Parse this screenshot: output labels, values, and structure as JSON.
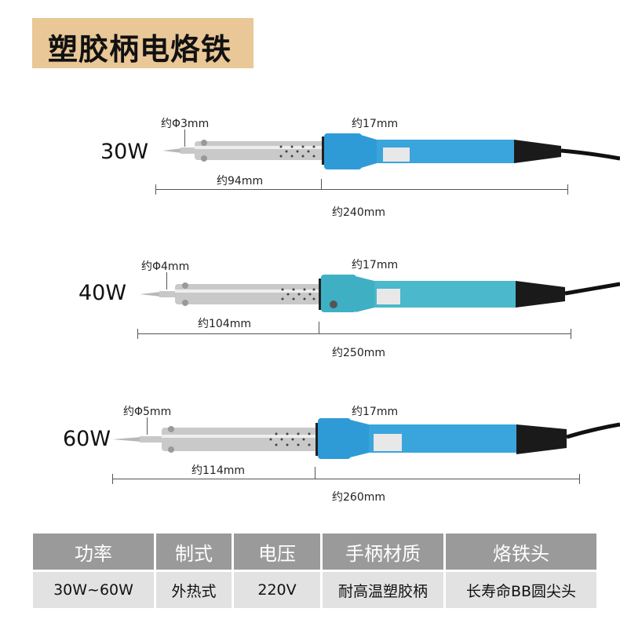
{
  "title": "塑胶柄电烙铁",
  "colors": {
    "title_bg": "#e9c796",
    "handle_blue": "#2e9bd6",
    "handle_teal": "#3fb0c4",
    "header_gray": "#9a9a9a",
    "cell_gray": "#e2e2e2"
  },
  "irons": [
    {
      "power": "30W",
      "tip_diameter": "约Φ3mm",
      "handle_diameter": "约17mm",
      "barrel_length": "约94mm",
      "total_length": "约240mm"
    },
    {
      "power": "40W",
      "tip_diameter": "约Φ4mm",
      "handle_diameter": "约17mm",
      "barrel_length": "约104mm",
      "total_length": "约250mm"
    },
    {
      "power": "60W",
      "tip_diameter": "约Φ5mm",
      "handle_diameter": "约17mm",
      "barrel_length": "约114mm",
      "total_length": "约260mm"
    }
  ],
  "spec_table": {
    "headers": [
      "功率",
      "制式",
      "电压",
      "手柄材质",
      "烙铁头"
    ],
    "values": [
      "30W~60W",
      "外热式",
      "220V",
      "耐高温塑胶柄",
      "长寿命BB圆尖头"
    ]
  }
}
